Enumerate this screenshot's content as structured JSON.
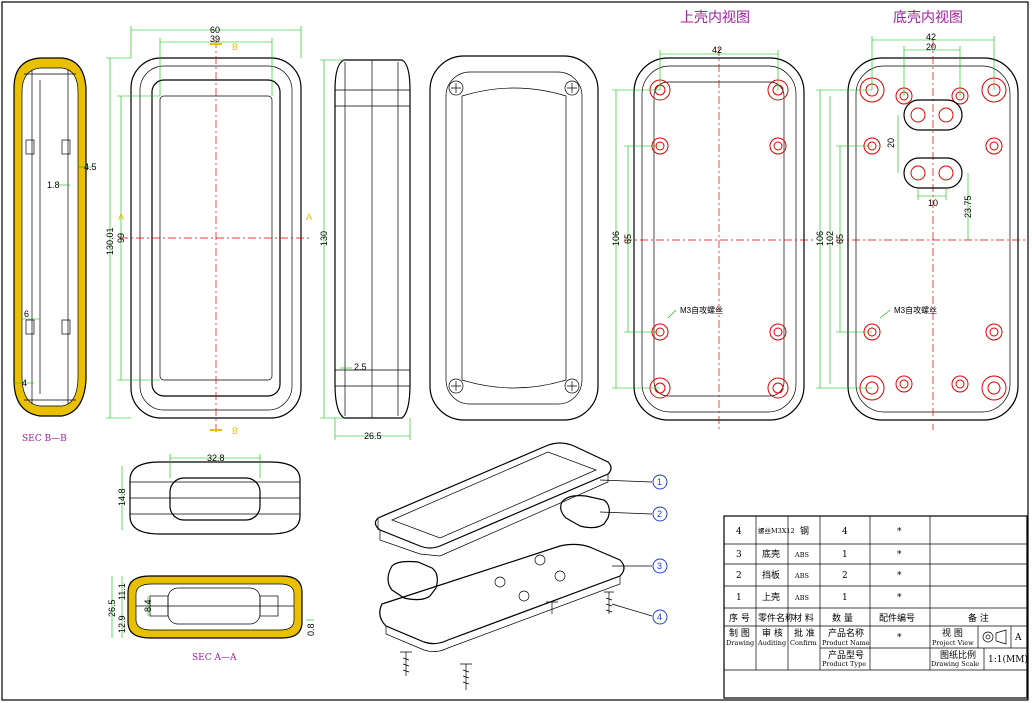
{
  "views": {
    "top_inner_title": "上壳内视图",
    "bottom_inner_title": "底壳内视图",
    "section_bb": "SEC B—B",
    "section_aa": "SEC A—A",
    "section_mark_a": "A",
    "section_mark_b": "B"
  },
  "dimensions": {
    "sec_bb_4_5": "4.5",
    "sec_bb_1_8": "1.8",
    "sec_bb_6": "6",
    "sec_bb_4": "4",
    "front_60": "60",
    "front_39": "39",
    "front_130_01": "130.01",
    "front_99": "99",
    "side_130": "130",
    "side_2_5": "2.5",
    "side_26_5": "26.5",
    "top_inner_42": "42",
    "top_inner_106": "106",
    "top_inner_65": "65",
    "bottom_inner_42": "42",
    "bottom_inner_20": "20",
    "bottom_inner_20v": "20",
    "bottom_inner_10": "10",
    "bottom_inner_23_75": "23.75",
    "bottom_inner_106": "106",
    "bottom_inner_102": "102",
    "bottom_inner_65": "65",
    "end_32_8": "32.8",
    "end_14_8": "14.8",
    "sec_aa_26_5": "26.5",
    "sec_aa_11_1": "11.1",
    "sec_aa_12_9": "12.9",
    "sec_aa_8_4": "8.4",
    "sec_aa_0_8": "0.8"
  },
  "notes": {
    "top_screw": "M3自攻螺丝",
    "bottom_screw": "M3自攻螺丝"
  },
  "callouts": [
    "1",
    "2",
    "3",
    "4"
  ],
  "title_block": {
    "rows": [
      {
        "no": "4",
        "name": "螺丝M3X12",
        "material": "钢",
        "qty": "4",
        "drawing_no": "*",
        "remark": ""
      },
      {
        "no": "3",
        "name": "底壳",
        "material": "ABS",
        "qty": "1",
        "drawing_no": "*",
        "remark": ""
      },
      {
        "no": "2",
        "name": "挡板",
        "material": "ABS",
        "qty": "2",
        "drawing_no": "*",
        "remark": ""
      },
      {
        "no": "1",
        "name": "上壳",
        "material": "ABS",
        "qty": "1",
        "drawing_no": "*",
        "remark": ""
      }
    ],
    "headers": {
      "no": "序 号",
      "name": "零件名称",
      "material": "材 料",
      "qty": "数 量",
      "drawing_no": "配件编号",
      "remark": "备 注"
    },
    "drawing": "制 图",
    "drawing_en": "Drawing",
    "auditing": "审 核",
    "auditing_en": "Auditing",
    "confirm": "批 准",
    "confirm_en": "Confirm",
    "product_name": "产品名称",
    "product_name_en": "Product Name",
    "product_name_value": "*",
    "product_type": "产品型号",
    "product_type_en": "Product Type",
    "view": "视 图",
    "view_en": "Project View",
    "view_value": "A",
    "scale": "图纸比例",
    "scale_en": "Drawing Scale",
    "scale_value": "1:1(MM)"
  },
  "colors": {
    "outline": "#000000",
    "dimension": "#00c000",
    "centerline": "#e00000",
    "title": "#a020a0",
    "callout": "#2040e0",
    "section_hatch": "#e8c000"
  }
}
